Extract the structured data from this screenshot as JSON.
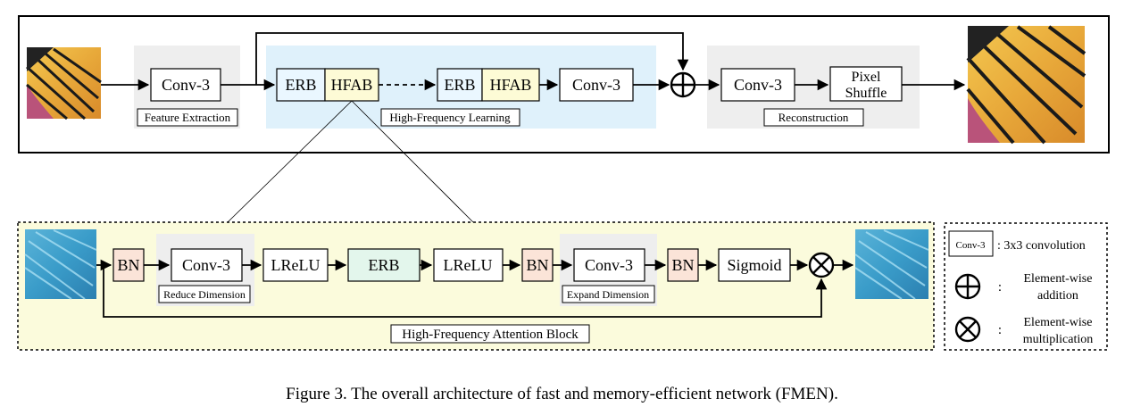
{
  "top_pipeline": {
    "conv_feature": "Conv-3",
    "feature_extraction_label": "Feature Extraction",
    "erb_1": "ERB",
    "hfab_1": "HFAB",
    "erb_2": "ERB",
    "hfab_2": "HFAB",
    "conv_hfl": "Conv-3",
    "hfl_label": "High-Frequency Learning",
    "conv_recon": "Conv-3",
    "pixel_shuffle_line1": "Pixel",
    "pixel_shuffle_line2": "Shuffle",
    "reconstruction_label": "Reconstruction"
  },
  "hfab": {
    "bn_1": "BN",
    "conv_reduce": "Conv-3",
    "reduce_label": "Reduce Dimension",
    "lrelu_1": "LReLU",
    "erb": "ERB",
    "lrelu_2": "LReLU",
    "bn_2": "BN",
    "conv_expand": "Conv-3",
    "expand_label": "Expand Dimension",
    "bn_3": "BN",
    "sigmoid": "Sigmoid",
    "block_label": "High-Frequency Attention Block"
  },
  "legend": {
    "conv_box": "Conv-3",
    "conv_desc": ": 3x3 convolution",
    "add_colon": ":",
    "add_desc_line1": "Element-wise",
    "add_desc_line2": "addition",
    "mul_colon": ":",
    "mul_desc_line1": "Element-wise",
    "mul_desc_line2": "multiplication"
  },
  "caption": "Figure 3. The overall architecture of fast and memory-efficient network (FMEN).",
  "colors": {
    "hfl_bg": "#dff1fb",
    "gray_bg": "#eeeeee",
    "hfab_bg": "#fbfbdc",
    "erb_fill": "#eaf7ff",
    "hfab_fill": "#fdfbd6",
    "bn_fill": "#fbe4d8",
    "erb_green": "#e3f6ec"
  },
  "icons": [
    "butterfly-input-image",
    "butterfly-output-image",
    "feature-map-input",
    "feature-map-output",
    "element-wise-addition-icon",
    "element-wise-multiplication-icon"
  ]
}
